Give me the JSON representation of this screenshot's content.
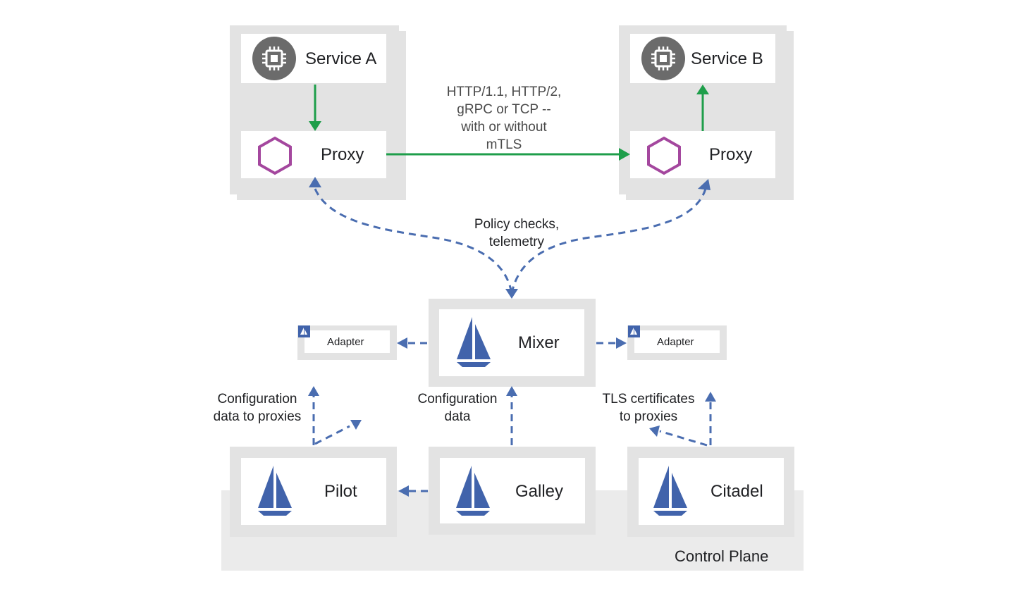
{
  "services": {
    "a": {
      "label": "Service A"
    },
    "b": {
      "label": "Service B"
    }
  },
  "proxies": {
    "a": {
      "label": "Proxy"
    },
    "b": {
      "label": "Proxy"
    }
  },
  "annotations": {
    "protocols_lines": [
      "HTTP/1.1, HTTP/2,",
      "gRPC or TCP --",
      "with or without",
      "mTLS"
    ],
    "policy_lines": [
      "Policy checks,",
      "telemetry"
    ],
    "pilot_config_lines": [
      "Configuration",
      "data to proxies"
    ],
    "galley_config_lines": [
      "Configuration",
      "data"
    ],
    "tls_lines": [
      "TLS certificates",
      "to proxies"
    ]
  },
  "components": {
    "mixer": {
      "label": "Mixer"
    },
    "pilot": {
      "label": "Pilot"
    },
    "galley": {
      "label": "Galley"
    },
    "citadel": {
      "label": "Citadel"
    }
  },
  "adapters": {
    "left": {
      "label": "Adapter"
    },
    "right": {
      "label": "Adapter"
    }
  },
  "control_plane": {
    "label": "Control Plane"
  },
  "colors": {
    "data_plane_arrow": "#1e9e4a",
    "control_arrow": "#4a6db0",
    "istio_sail": "#4163ab",
    "proxy_hexagon": "#a4479e",
    "chip_circle": "#6b6b6b",
    "container_gray": "#e3e3e3"
  }
}
